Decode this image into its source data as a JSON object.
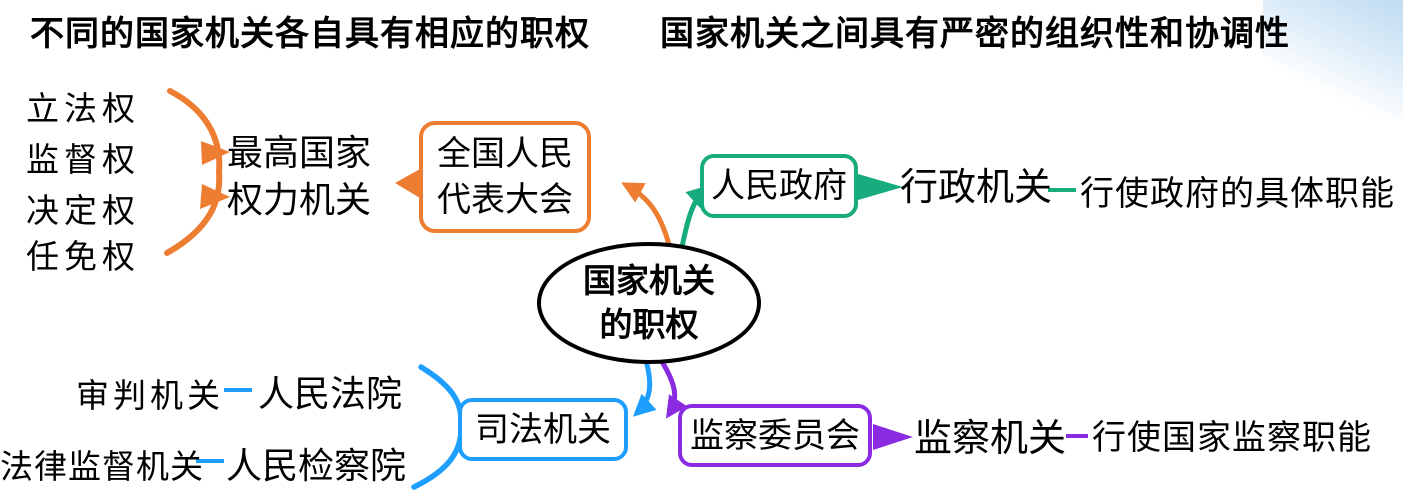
{
  "headers": {
    "left": "不同的国家机关各自具有相应的职权",
    "right": "国家机关之间具有严密的组织性和协调性"
  },
  "center": {
    "title_line1": "国家机关",
    "title_line2": "的职权"
  },
  "npc_branch": {
    "color": "#ED7D31",
    "powers": [
      "立法权",
      "监督权",
      "决定权",
      "任免权"
    ],
    "role_line1": "最高国家",
    "role_line2": "权力机关",
    "node_line1": "全国人民",
    "node_line2": "代表大会"
  },
  "gov_branch": {
    "color": "#17AB7D",
    "node": "人民政府",
    "organ": "行政机关",
    "desc": "行使政府的具体职能"
  },
  "judicial_branch": {
    "color": "#1E9FFF",
    "node": "司法机关",
    "rows": [
      {
        "organ": "审判机关",
        "body": "人民法院"
      },
      {
        "organ": "法律监督机关",
        "body": "人民检察院"
      }
    ]
  },
  "supervision_branch": {
    "color": "#8A2BE2",
    "node": "监察委员会",
    "organ": "监察机关",
    "desc": "行使国家监察职能"
  }
}
